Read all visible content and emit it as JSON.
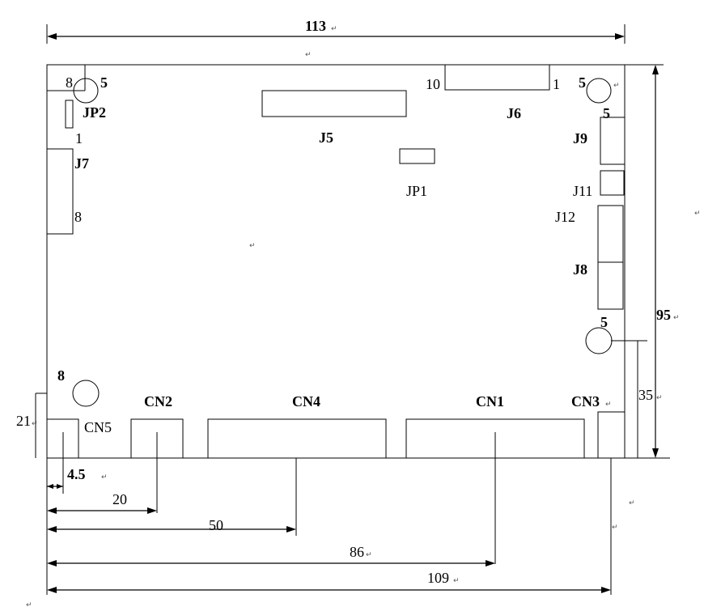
{
  "dimensions": {
    "top_width": "113",
    "height": "95",
    "right_offset": "35",
    "left_offset": "21",
    "cn5_offset": "4.5",
    "cn2_offset": "20",
    "cn4_offset": "50",
    "cn1_offset": "86",
    "cn3_offset": "109"
  },
  "mounting_holes": {
    "top_left": "5",
    "top_right": "5",
    "right_middle": "5",
    "bottom_left": "8"
  },
  "connectors": {
    "jp2": "JP2",
    "jp2_pin_top": "8",
    "jp2_pin_bottom": "1",
    "j7": "J7",
    "j7_pin": "8",
    "j5": "J5",
    "jp1": "JP1",
    "j6": "J6",
    "j6_pin_left": "10",
    "j6_pin_right": "1",
    "j9": "J9",
    "j9_pin": "5",
    "j11": "J11",
    "j12": "J12",
    "j8": "J8",
    "cn1": "CN1",
    "cn2": "CN2",
    "cn3": "CN3",
    "cn4": "CN4",
    "cn5": "CN5"
  },
  "return_mark": "↵"
}
